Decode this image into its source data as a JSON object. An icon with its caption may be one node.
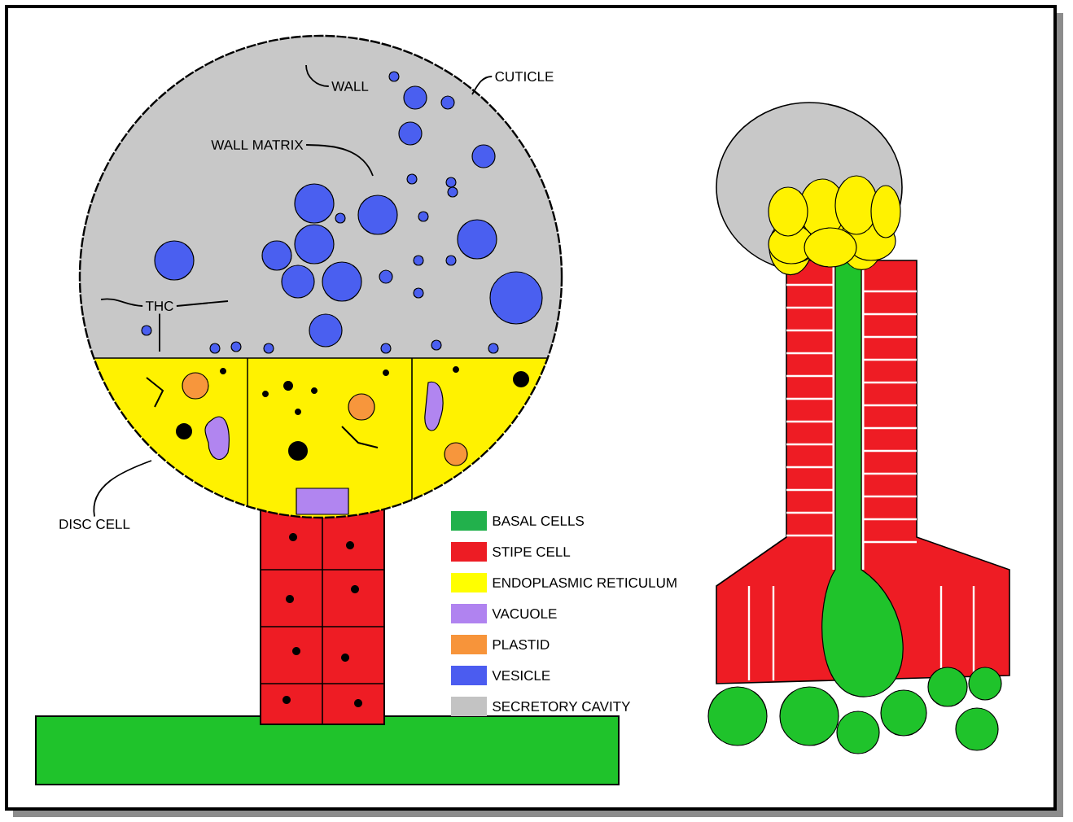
{
  "diagram": {
    "nodes": [
      {
        "text": [
          "WALL"
        ]
      },
      {
        "text": [
          "WALL MATRIX"
        ]
      },
      {
        "text": [
          "CUTICLE"
        ]
      },
      {
        "text": [
          "THC"
        ]
      },
      {
        "text": [
          "DISC CELL"
        ]
      }
    ],
    "edges": [
      {
        "from": 0,
        "to": null,
        "arrow": "none"
      },
      {
        "from": 1,
        "to": null,
        "arrow": "none"
      },
      {
        "from": 2,
        "to": null,
        "arrow": "none"
      },
      {
        "from": 3,
        "to": null,
        "arrow": "none"
      },
      {
        "from": 3,
        "to": null,
        "arrow": "none"
      },
      {
        "from": 3,
        "to": null,
        "arrow": "none"
      },
      {
        "from": 4,
        "to": null,
        "arrow": "none"
      }
    ],
    "legend": [
      {
        "text": "BASAL CELLS",
        "color": "#22b14c"
      },
      {
        "text": "STIPE CELL",
        "color": "#ed1c24"
      },
      {
        "text": "ENDOPLASMIC RETICULUM",
        "color": "#ffff00"
      },
      {
        "text": "VACUOLE",
        "color": "#b083f0"
      },
      {
        "text": "PLASTID",
        "color": "#f7943a"
      },
      {
        "text": "VESICLE",
        "color": "#4b5cf0"
      },
      {
        "text": "SECRETORY CAVITY",
        "color": "#c3c3c3"
      }
    ]
  }
}
